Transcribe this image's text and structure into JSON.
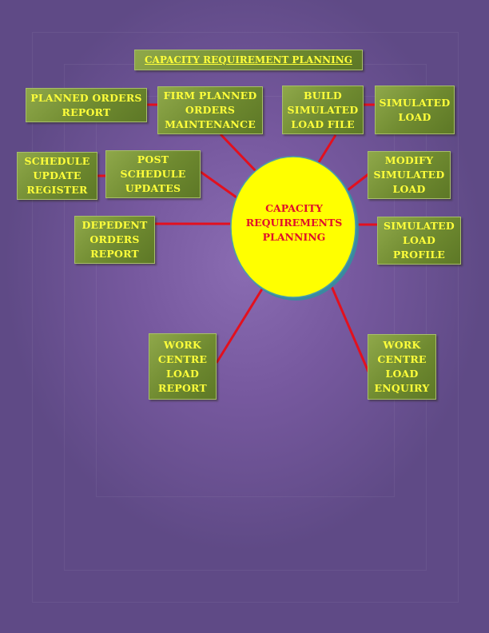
{
  "title": "CAPACITY REQUIREMENT PLANNING",
  "center": {
    "lines": [
      "CAPACITY",
      "REQUIREMENTS",
      "PLANNING"
    ],
    "fill": "#ffff00",
    "text_color": "#e0102a"
  },
  "nodes": {
    "planned_orders_report": [
      "PLANNED ORDERS",
      "REPORT"
    ],
    "firm_planned_orders_maintenance": [
      "FIRM PLANNED",
      "ORDERS",
      "MAINTENANCE"
    ],
    "build_simulated_load_file": [
      "BUILD",
      "SIMULATED",
      "LOAD FILE"
    ],
    "simulated_load": [
      "SIMULATED",
      "LOAD"
    ],
    "schedule_update_register": [
      "SCHEDULE",
      "UPDATE",
      "REGISTER"
    ],
    "post_schedule_updates": [
      "POST",
      "SCHEDULE",
      "UPDATES"
    ],
    "modify_simulated_load": [
      "MODIFY",
      "SIMULATED",
      "LOAD"
    ],
    "dependent_orders_report": [
      "DEPEDENT",
      "ORDERS",
      "REPORT"
    ],
    "simulated_load_profile": [
      "SIMULATED",
      "LOAD",
      "PROFILE"
    ],
    "work_centre_load_report": [
      "WORK",
      "CENTRE",
      "LOAD",
      "REPORT"
    ],
    "work_centre_load_enquiry": [
      "WORK",
      "CENTRE",
      "LOAD",
      "ENQUIRY"
    ]
  },
  "colors": {
    "box_fill": "#7a9438",
    "box_text": "#ffff3a",
    "connector": "#e3101e",
    "background": "#6b5393"
  }
}
